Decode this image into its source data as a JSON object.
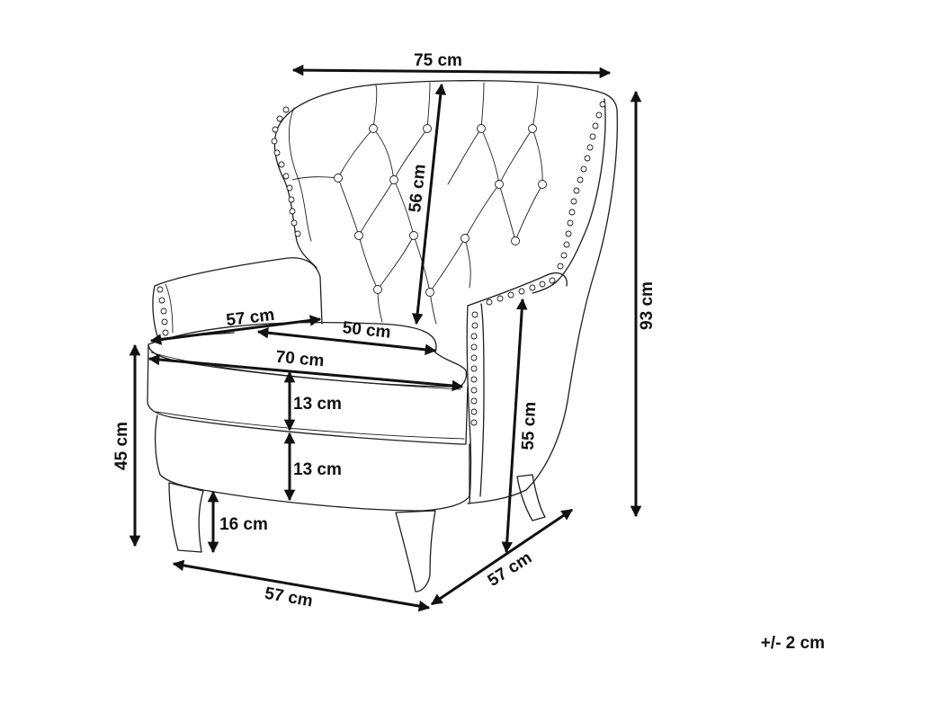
{
  "diagram": {
    "subject-icon": "wingback-armchair-line-drawing",
    "tolerance": "+/- 2 cm",
    "dimensions": {
      "overall_width": "75 cm",
      "overall_height": "93 cm",
      "backrest_height": "56 cm",
      "seat_depth": "57 cm",
      "seat_inner_width": "50 cm",
      "seat_width": "70 cm",
      "cushion_thickness": "13 cm",
      "base_height": "13 cm",
      "seat_height": "45 cm",
      "arm_height": "55 cm",
      "leg_height": "16 cm",
      "base_width": "57 cm",
      "base_depth": "57 cm"
    }
  }
}
